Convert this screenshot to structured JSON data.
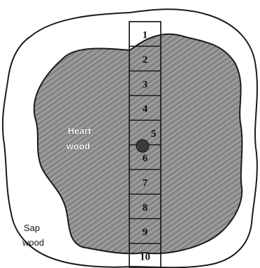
{
  "diagram": {
    "regions": {
      "heartwood": {
        "line1": "Heart",
        "line2": "wood"
      },
      "sapwood": {
        "line1": "Sap",
        "line2": "wood"
      }
    },
    "segments": [
      {
        "label": "1"
      },
      {
        "label": "2"
      },
      {
        "label": "3"
      },
      {
        "label": "4"
      },
      {
        "label": "5"
      },
      {
        "label": "6"
      },
      {
        "label": "7"
      },
      {
        "label": "8"
      },
      {
        "label": "9"
      },
      {
        "label": "10"
      }
    ],
    "colors": {
      "heartwood_fill": "#8f8f8f",
      "sapwood_fill": "#ffffff",
      "outline": "#1a1a1a",
      "pith": "#3a3a3a"
    }
  }
}
